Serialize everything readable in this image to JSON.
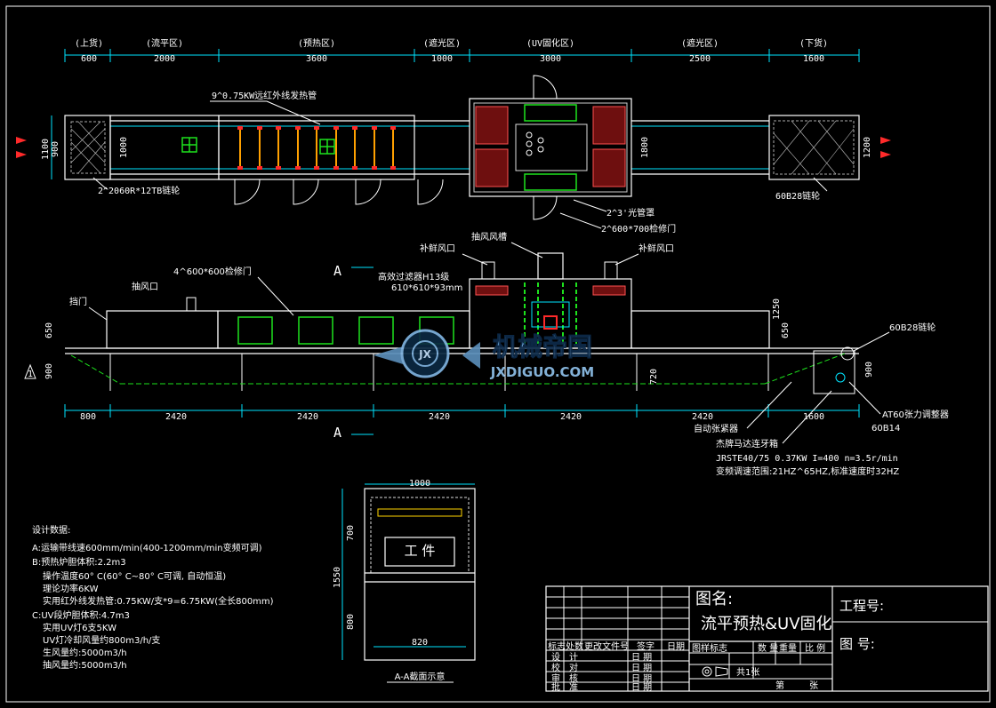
{
  "zones": [
    {
      "label": "(上货)",
      "len": "600"
    },
    {
      "label": "(流平区)",
      "len": "2000"
    },
    {
      "label": "(预热区)",
      "len": "3600"
    },
    {
      "label": "(遮光区)",
      "len": "1000"
    },
    {
      "label": "(UV固化区)",
      "len": "3000"
    },
    {
      "label": "(遮光区)",
      "len": "2500"
    },
    {
      "label": "(下货)",
      "len": "1600"
    }
  ],
  "plan": {
    "dim_1100": "1100",
    "dim_900": "900",
    "dim_600": "600",
    "dim_1000": "1000",
    "dim_1800": "1800",
    "dim_1200": "1200",
    "note_heater": "9^0.75KW远红外线发热管",
    "note_sprocket": "2^2060R*12TB链轮",
    "note_lamp": "2^3'光管罩",
    "note_door": "2^600*700检修门",
    "note_sprocket2": "60B28链轮"
  },
  "elev": {
    "section_mark": "A",
    "exhaust_duct": "抽风风槽",
    "makeup_left": "补鲜风口",
    "makeup_right": "补鲜风口",
    "filter": "高效过滤器H13级",
    "filter_size": "610*610*93mm",
    "inspection": "4^600*600检修门",
    "exhaust_port": "抽风口",
    "end_door": "挡门",
    "warn": "1",
    "dim_650l": "650",
    "dim_900l": "900",
    "dim_1250": "1250",
    "dim_650r": "650",
    "dim_720": "720",
    "dim_900r": "900",
    "sprocket": "60B28链轮",
    "tensioner": "AT60张力调整器",
    "chain": "60B14",
    "auto_tension": "自动张紧器",
    "gearmotor": "杰牌马达连牙箱",
    "motor_spec": "JRSTE40/75 0.37KW I=400 n=3.5r/min",
    "vfd": "变频调速范围:21HZ^65HZ,标准速度时32HZ",
    "bottom_dims": [
      "800",
      "2420",
      "2420",
      "2420",
      "2420",
      "2420",
      "1600"
    ]
  },
  "section": {
    "w": "1000",
    "h_top": "700",
    "h_total": "1550",
    "h_bot": "800",
    "inner": "820",
    "work": "工 件",
    "caption": "A-A截面示意"
  },
  "design": {
    "title": "设计数据:",
    "lines": [
      "A:运输带线速600mm/min(400-1200mm/min变频可调)",
      "B:预热炉胆体积:2.2m3",
      "操作温度60° C(60° C~80° C可调, 自动恒温)",
      "理论功率6KW",
      "实用红外线发热管:0.75KW/支*9=6.75KW(全长800mm)",
      "C:UV段炉胆体积:4.7m3",
      "实用UV灯6支5KW",
      "UV灯冷却风量约800m3/h/支",
      "生风量约:5000m3/h",
      "抽风量约:5000m3/h"
    ]
  },
  "titleblock": {
    "name_label": "图名:",
    "name": "流平预热&UV固化",
    "proj_label": "工程号:",
    "num_label": "图    号:",
    "heads": [
      "标志",
      "处数",
      "更改文件号",
      "签字",
      "日期"
    ],
    "rows": [
      [
        "设",
        "计",
        "日 期"
      ],
      [
        "校",
        "对",
        "日 期"
      ],
      [
        "审",
        "核",
        "日 期"
      ],
      [
        "批",
        "准",
        "日 期"
      ]
    ],
    "marks": [
      "图样标志",
      "数 量",
      "重量",
      "比 例"
    ],
    "sheet_total": "共1张",
    "sheet": "第",
    "sheet2": "张"
  },
  "watermark": {
    "cn": "机械帝国",
    "en": "JXDIGUO.COM"
  }
}
